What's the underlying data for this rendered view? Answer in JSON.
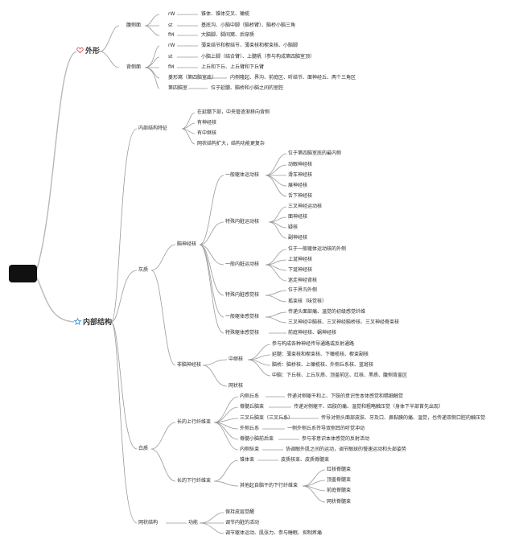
{
  "top": {
    "label": "外形",
    "icon": "heart-icon",
    "groups": [
      {
        "label": "腹侧面",
        "items": [
          {
            "tag": "rW",
            "text": "锥体、锥体交叉、橄榄"
          },
          {
            "tag": "st",
            "text": "基底沟、小脑中脚（脑桥臂）、脑桥小脑三角"
          },
          {
            "tag": "fM",
            "text": "大脑脚、脚间窝、后穿质"
          }
        ]
      },
      {
        "label": "背侧面",
        "items": [
          {
            "tag": "rW",
            "text": "薄束结节和楔结节、薄束核和楔束核、小脑脚"
          },
          {
            "tag": "st",
            "text": "小脑上脚（结合臂）、上髓帆（参与构成第四脑室顶）"
          },
          {
            "tag": "fM",
            "text": "上丘和下丘、上丘臂和下丘臂"
          },
          {
            "tag": "菱形窝（第四脑室底）",
            "text": "内侧隆起、界沟、前庭区、听结节、面神经丘、两个三角区"
          },
          {
            "tag": "第四脑室",
            "text": "位于延髓、脑桥和小脑之间的室腔"
          }
        ]
      }
    ]
  },
  "bottom": {
    "label": "内部结构",
    "icon": "star-icon",
    "features": {
      "label": "内部结构特征",
      "items": [
        "在延髓下部，中央管逐渐移向背侧",
        "有神经核",
        "有中继核",
        "网状结构扩大，结构功能更复杂"
      ]
    },
    "grey": {
      "label": "灰质",
      "cranial": {
        "label": "脑神经核",
        "groups": [
          {
            "label": "一般躯体运动核",
            "items": [
              "位于第四脑室底的最内侧",
              "动眼神经核",
              "滑车神经核",
              "展神经核",
              "舌下神经核"
            ]
          },
          {
            "label": "特殊内脏运动核",
            "items": [
              "三叉神经运动核",
              "面神经核",
              "疑核",
              "副神经核"
            ]
          },
          {
            "label": "一般内脏运动核",
            "items": [
              "位于一般躯体运动核的外侧",
              "上涎神经核",
              "下涎神经核",
              "迷走神经背核"
            ]
          },
          {
            "label": "特殊内脏感觉核",
            "items": [
              "位于界沟外侧",
              "孤束核（味觉核）"
            ]
          },
          {
            "label": "一般躯体感觉核",
            "items": [
              "传递头面部痛、温觉的初级感觉纤维",
              "三叉神经中脑核、三叉神经脑桥核、三叉神经脊束核"
            ]
          },
          {
            "label": "特殊躯体感觉核",
            "items": [
              "前庭神经核、蜗神经核"
            ]
          }
        ]
      },
      "noncranial": {
        "label": "非脑神经核",
        "relay": {
          "label": "中继核",
          "items": [
            "参与构成各种神经传导通路或反射通路",
            "延髓：薄束核和楔束核、下橄榄核、楔束副核",
            "脑桥：脑桥核、上橄榄核、外侧丘系核、蓝斑核",
            "中脑：下丘核、上丘灰质、顶盖前区、红核、黑质、腹侧背盖区"
          ]
        },
        "reticular": "网状核"
      }
    },
    "white": {
      "label": "白质",
      "ascending": {
        "label": "长的上行纤维束",
        "items": [
          {
            "name": "内侧丘系",
            "desc": "传递对侧躯干和上、下肢的意识性本体感觉和精细触觉"
          },
          {
            "name": "脊髓丘脑束",
            "desc": "传递对侧躯干、四肢的痛、温觉和粗略触压觉（身体下半部首先出现）"
          },
          {
            "name": "三叉丘脑束（三叉丘系）",
            "desc": "传导对侧头面部皮肤、牙及口、鼻黏膜的痛、温觉，也传递双侧口腔的触压觉"
          },
          {
            "name": "外侧丘系",
            "desc": "一侧外侧丘系传导双侧耳的听觉冲动"
          },
          {
            "name": "脊髓小脑前后束",
            "desc": "参与非意识本体感觉的反射活动"
          },
          {
            "name": "内侧纵束",
            "desc": "协调眼外肌之间的运动，调节眼球的慢速运动和头部姿势"
          }
        ]
      },
      "descending": {
        "label": "长的下行纤维束",
        "pyramidal": {
          "name": "锥体束",
          "desc": "皮质核束、皮质脊髓束"
        },
        "other": {
          "label": "其他起自脑干的下行纤维束",
          "items": [
            "红核脊髓束",
            "顶盖脊髓束",
            "前庭脊髓束",
            "网状脊髓束"
          ]
        }
      }
    },
    "reticular": {
      "label": "网状结构",
      "func": "功能",
      "items": [
        "保持皮层觉醒",
        "调节内脏的活动",
        "调节躯体运动、肌张力、参与睡眠、抑制疼痛"
      ]
    }
  }
}
